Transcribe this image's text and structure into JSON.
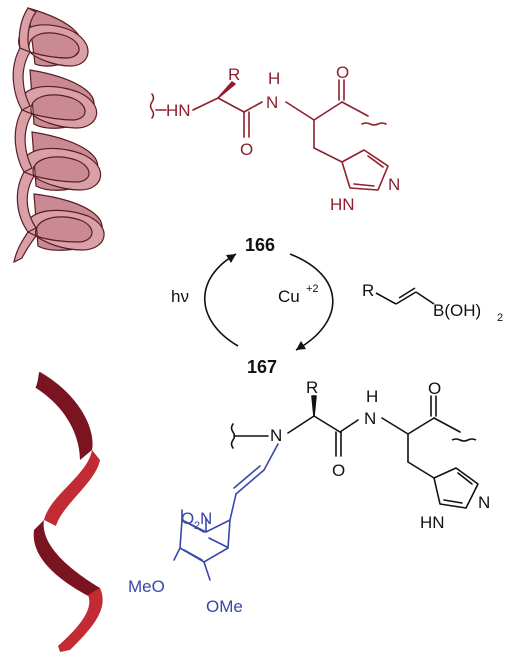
{
  "colors": {
    "top_peptide": "#8f1f2c",
    "top_helix_fill": "#d9a0a8",
    "top_helix_stroke": "#5a1d24",
    "bottom_ribbon_dark": "#7a1420",
    "bottom_ribbon_light": "#c22a34",
    "photocage": "#3848a8",
    "black": "#111111"
  },
  "compounds": {
    "top_id": "166",
    "bottom_id": "167"
  },
  "reaction": {
    "left_label": "hν",
    "right_reagent_base": "Cu",
    "right_reagent_sup": "+2",
    "boronic_R": "R",
    "boronic_group": "B(OH)",
    "boronic_sub": "2"
  },
  "top_structure": {
    "nh_left": "HN",
    "r_label": "R",
    "nh_top": "H",
    "n_top": "N",
    "carbonyl_o_top": "O",
    "carbonyl_o_bottom": "O",
    "imidazole_n": "N",
    "imidazole_hn": "HN"
  },
  "bottom_structure": {
    "n_center": "N",
    "r_label": "R",
    "nh_top": "H",
    "n_top": "N",
    "carbonyl_o_top": "O",
    "carbonyl_o_bottom": "O",
    "imidazole_n": "N",
    "imidazole_hn": "HN",
    "nitro_o": "O",
    "nitro_sub": "2",
    "nitro_n": "N",
    "ome_left": "MeO",
    "ome_right": "OMe"
  }
}
